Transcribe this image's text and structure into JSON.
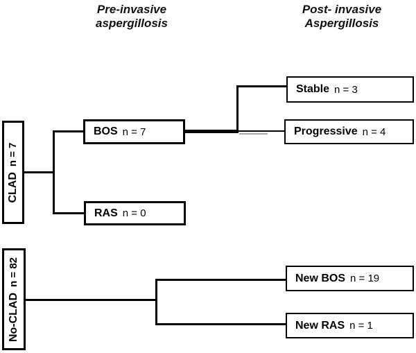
{
  "diagram": {
    "column_headers": {
      "pre": {
        "line1": "Pre-invasive",
        "line2": "aspergillosis"
      },
      "post": {
        "line1": "Post- invasive",
        "line2": "Aspergillosis"
      }
    },
    "nodes": {
      "clad": {
        "label": "CLAD",
        "count": "n = 7"
      },
      "no_clad": {
        "label": "No-CLAD",
        "count": "n = 82"
      },
      "bos": {
        "label": "BOS",
        "count": "n = 7"
      },
      "ras": {
        "label": "RAS",
        "count": "n = 0"
      },
      "stable": {
        "label": "Stable",
        "count": "n = 3"
      },
      "progressive": {
        "label": "Progressive",
        "count": "n = 4"
      },
      "new_bos": {
        "label": "New BOS",
        "count": "n = 19"
      },
      "new_ras": {
        "label": "New RAS",
        "count": "n = 1"
      }
    },
    "colors": {
      "line": "#000000",
      "border": "#000000",
      "text": "#000000",
      "background": "#ffffff"
    }
  }
}
